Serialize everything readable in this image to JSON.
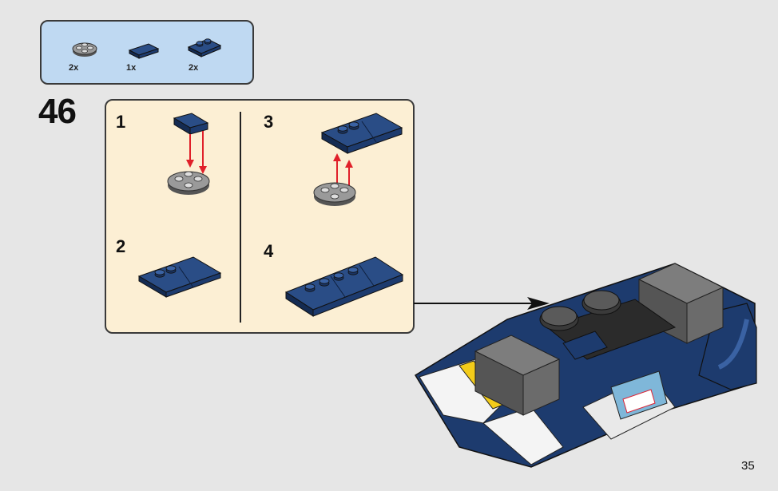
{
  "parts": [
    {
      "icon": "round-plate-gray-icon",
      "count": "2x"
    },
    {
      "icon": "tile-dark-blue-icon",
      "count": "1x"
    },
    {
      "icon": "jumper-plate-dark-blue-icon",
      "count": "2x"
    }
  ],
  "step": {
    "number": "46"
  },
  "substeps": [
    {
      "label": "1"
    },
    {
      "label": "2"
    },
    {
      "label": "3"
    },
    {
      "label": "4"
    }
  ],
  "page": {
    "number": "35"
  },
  "colors": {
    "dark_blue": "#1d3b6e",
    "gray": "#8c8c8c",
    "red_arrow": "#e0202a",
    "callout_bg": "#fcefd4",
    "parts_bg": "#bfd9f2"
  }
}
